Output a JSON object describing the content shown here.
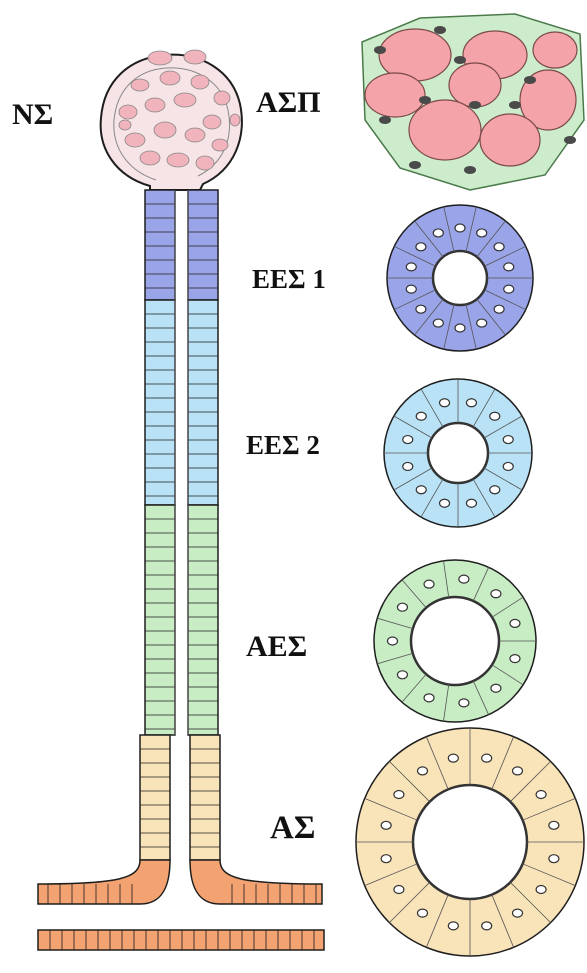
{
  "labels": {
    "ns": "ΝΣ",
    "asp": "ΑΣΠ",
    "ees1": "ΕΕΣ 1",
    "ees2": "ΕΕΣ 2",
    "aes": "ΑΕΣ",
    "as": "ΑΣ"
  },
  "colors": {
    "acinus_fill": "#f6e4e6",
    "granule": "#f2b4bc",
    "ees1": "#9aa4e8",
    "ees2": "#b9e2f6",
    "aes": "#c8ecc4",
    "as": "#f9e3b8",
    "main_duct": "#f3a271",
    "cross_section_connective": "#cdeccb",
    "nucleus": "#4a4a4a",
    "outline": "#1e1e1e"
  },
  "segments": [
    "ees1",
    "ees2",
    "aes",
    "as"
  ]
}
